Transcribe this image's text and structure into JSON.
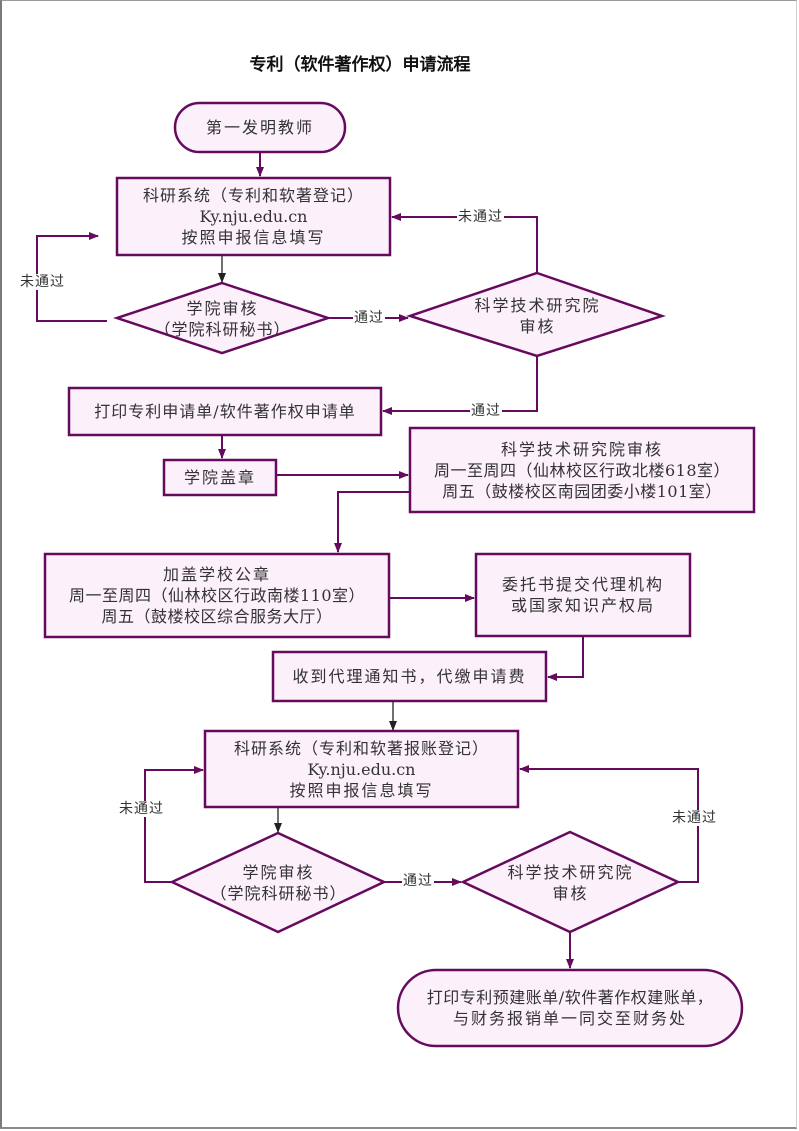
{
  "title": "专利（软件著作权）申请流程",
  "colors": {
    "stroke": "#660a5e",
    "fill": "#fcf0fb",
    "text": "#333333",
    "connector_dark": "#222222"
  },
  "nodes": {
    "start": {
      "shape": "terminator",
      "lines": [
        "第一发明教师"
      ]
    },
    "register": {
      "shape": "process",
      "lines": [
        "科研系统（专利和软著登记）",
        "Ky.nju.edu.cn",
        "按照申报信息填写"
      ]
    },
    "college_review_1": {
      "shape": "decision",
      "lines": [
        "学院审核",
        "（学院科研秘书）"
      ]
    },
    "research_review_1": {
      "shape": "decision",
      "lines": [
        "科学技术研究院",
        "审核"
      ]
    },
    "print_application": {
      "shape": "process",
      "lines": [
        "打印专利申请单/软件著作权申请单"
      ]
    },
    "college_seal": {
      "shape": "process",
      "lines": [
        "学院盖章"
      ]
    },
    "research_office_review": {
      "shape": "process",
      "lines": [
        "科学技术研究院审核",
        "周一至周四（仙林校区行政北楼618室）",
        "周五（鼓楼校区南园团委小楼101室）"
      ]
    },
    "school_seal": {
      "shape": "process",
      "lines": [
        "加盖学校公章",
        "周一至周四（仙林校区行政南楼110室）",
        "周五（鼓楼校区综合服务大厅）"
      ]
    },
    "submit_agency": {
      "shape": "process",
      "lines": [
        "委托书提交代理机构",
        "或国家知识产权局"
      ]
    },
    "receive_notice": {
      "shape": "process",
      "lines": [
        "收到代理通知书，代缴申请费"
      ]
    },
    "reimburse_register": {
      "shape": "process",
      "lines": [
        "科研系统（专利和软著报账登记）",
        "Ky.nju.edu.cn",
        "按照申报信息填写"
      ]
    },
    "college_review_2": {
      "shape": "decision",
      "lines": [
        "学院审核",
        "（学院科研秘书）"
      ]
    },
    "research_review_2": {
      "shape": "decision",
      "lines": [
        "科学技术研究院",
        "审核"
      ]
    },
    "end": {
      "shape": "terminator",
      "lines": [
        "打印专利预建账单/软件著作权建账单，",
        "与财务报销单一同交至财务处"
      ]
    }
  },
  "edge_labels": {
    "fail_college_1": "未通过",
    "pass_college_1": "通过",
    "fail_research_1": "未通过",
    "pass_research_1": "通过",
    "fail_college_2": "未通过",
    "pass_college_2": "通过",
    "fail_research_2": "未通过"
  },
  "edges": [
    {
      "from": "start",
      "to": "register"
    },
    {
      "from": "register",
      "to": "college_review_1"
    },
    {
      "from": "college_review_1",
      "to": "register",
      "label": "未通过"
    },
    {
      "from": "college_review_1",
      "to": "research_review_1",
      "label": "通过"
    },
    {
      "from": "research_review_1",
      "to": "register",
      "label": "未通过"
    },
    {
      "from": "research_review_1",
      "to": "print_application",
      "label": "通过"
    },
    {
      "from": "print_application",
      "to": "college_seal"
    },
    {
      "from": "college_seal",
      "to": "research_office_review"
    },
    {
      "from": "research_office_review",
      "to": "school_seal"
    },
    {
      "from": "school_seal",
      "to": "submit_agency"
    },
    {
      "from": "submit_agency",
      "to": "receive_notice"
    },
    {
      "from": "receive_notice",
      "to": "reimburse_register"
    },
    {
      "from": "reimburse_register",
      "to": "college_review_2"
    },
    {
      "from": "college_review_2",
      "to": "reimburse_register",
      "label": "未通过"
    },
    {
      "from": "college_review_2",
      "to": "research_review_2",
      "label": "通过"
    },
    {
      "from": "research_review_2",
      "to": "reimburse_register",
      "label": "未通过"
    },
    {
      "from": "research_review_2",
      "to": "end"
    }
  ]
}
